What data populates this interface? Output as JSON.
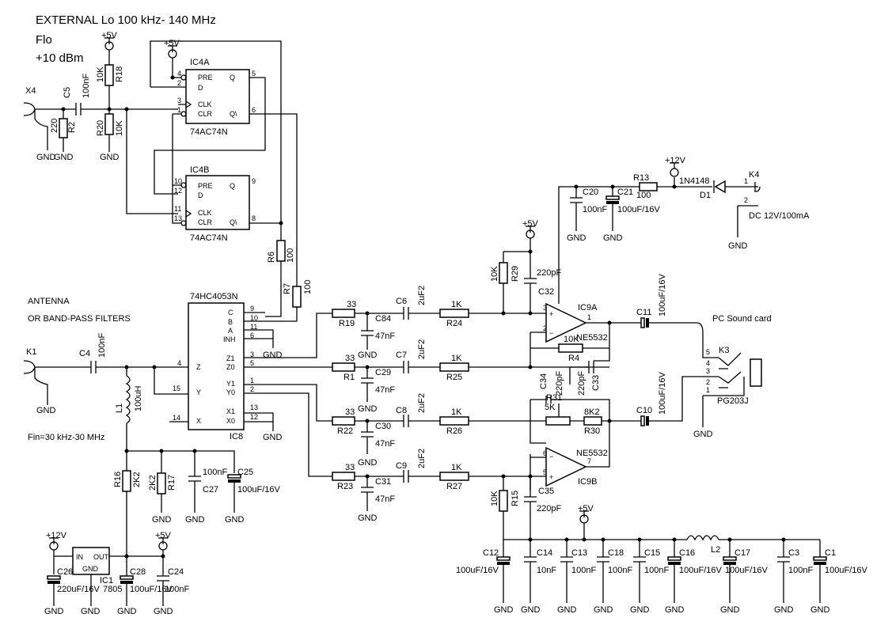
{
  "header": {
    "title": "EXTERNAL Lo 100 kHz- 140 MHz",
    "signal": "Flo",
    "level": "+10 dBm"
  },
  "notes": {
    "antenna_line1": "ANTENNA",
    "antenna_line2": "OR BAND-PASS FILTERS",
    "fin": "Fin=30 kHz-30 MHz",
    "pc_sound": "PC Sound card",
    "dc_supply": "DC 12V/100mA"
  },
  "ics": {
    "ic4a": {
      "name": "IC4A",
      "type": "74AC74N",
      "pins": [
        "PRE",
        "D",
        "CLK",
        "CLR",
        "Q",
        "Q\\"
      ],
      "pin_numbers": [
        "4",
        "2",
        "3",
        "1",
        "5",
        "6"
      ]
    },
    "ic4b": {
      "name": "IC4B",
      "type": "74AC74N",
      "pins": [
        "PRE",
        "D",
        "CLK",
        "CLR",
        "Q",
        "Q\\"
      ],
      "pin_numbers": [
        "10",
        "12",
        "11",
        "13",
        "9",
        "8"
      ]
    },
    "ic8": {
      "name": "IC8",
      "type": "74HC4053N",
      "pins": [
        "C",
        "B",
        "A",
        "INH",
        "Z1",
        "Z0",
        "Y1",
        "Y0",
        "X1",
        "X0",
        "Z",
        "Y",
        "X"
      ],
      "pin_numbers": [
        "9",
        "10",
        "11",
        "6",
        "3",
        "5",
        "1",
        "2",
        "13",
        "12",
        "4",
        "15",
        "14"
      ]
    },
    "ic9a": {
      "name": "IC9A",
      "type": "NE5532",
      "pin_numbers": [
        "3",
        "2",
        "1"
      ]
    },
    "ic9b": {
      "name": "IC9B",
      "type": "NE5532",
      "pin_numbers": [
        "5",
        "6",
        "7"
      ]
    },
    "ic1": {
      "name": "IC1",
      "type": "7805",
      "pins": [
        "IN",
        "OUT",
        "GND"
      ]
    }
  },
  "power": {
    "p5v": "+5V",
    "p12v": "+12V",
    "gnd": "GND"
  },
  "components": {
    "R18": "R18",
    "R18v": "10K",
    "R20": "R20",
    "R20v": "10K",
    "R2": "R2",
    "R2v": "220",
    "C5": "C5",
    "C5v": "100nF",
    "X4": "X4",
    "R6": "R6",
    "R6v": "100",
    "R7": "R7",
    "R7v": "100",
    "K1": "K1",
    "C4": "C4",
    "C4v": "100nF",
    "L1": "L1",
    "L1v": "100uH",
    "R16": "R16",
    "R16v": "2K2",
    "R17": "R17",
    "R17v": "2K2",
    "C27": "C27",
    "C27v": "100nF",
    "C25": "C25",
    "C25v": "100uF/16V",
    "C26": "C26",
    "C26v": "220uF/16V",
    "C28": "C28",
    "C28v": "100uF/16V",
    "C24": "C24",
    "C24v": "100nF",
    "R19": "R19",
    "R1": "R1",
    "R22": "R22",
    "R23": "R23",
    "Rv33": "33",
    "C84": "C84",
    "C29": "C29",
    "C30": "C30",
    "C31": "C31",
    "C47nF": "47nF",
    "C6": "C6",
    "C7": "C7",
    "C8": "C8",
    "C9": "C9",
    "C2uF2": "2uF2",
    "R24": "R24",
    "R25": "R25",
    "R26": "R26",
    "R27": "R27",
    "R1K": "1K",
    "R29": "R29",
    "R29v": "10K",
    "C32": "C32",
    "C32v": "220pF",
    "R4": "R4",
    "R4v": "10K",
    "C33": "C33",
    "C33v": "220pF",
    "C34": "C34",
    "R31": "R31",
    "R31v": "5K",
    "R30": "R30",
    "R30v": "8K2",
    "R15": "R15",
    "R15v": "10K",
    "C35": "C35",
    "C35v": "220pF",
    "C11": "C11",
    "C11v": "100uF/16V",
    "C10": "C10",
    "C10v": "100uF/16V",
    "K3": "K3",
    "K3v": "PG203J",
    "K3pins": [
      "5",
      "4",
      "3",
      "2",
      "1"
    ],
    "C20": "C20",
    "C20v": "100nF",
    "C21": "C21",
    "C21v": "100uF/16V",
    "R13": "R13",
    "R13v": "100",
    "D1": "D1",
    "D1v": "1N4148",
    "K4": "K4",
    "K4pins": [
      "1",
      "2"
    ],
    "C12": "C12",
    "C12v": "100uF/16V",
    "C14": "C14",
    "C14v": "10nF",
    "C13": "C13",
    "C13v": "100nF",
    "C18": "C18",
    "C18v": "100nF",
    "C15": "C15",
    "C15v": "100nF",
    "C16": "C16",
    "C16v": "100uF/16V",
    "L2": "L2",
    "C17": "C17",
    "C17v": "100uF/16V",
    "C3": "C3",
    "C3v": "100nF",
    "C1": "C1",
    "C1v": "100uF/16V"
  }
}
